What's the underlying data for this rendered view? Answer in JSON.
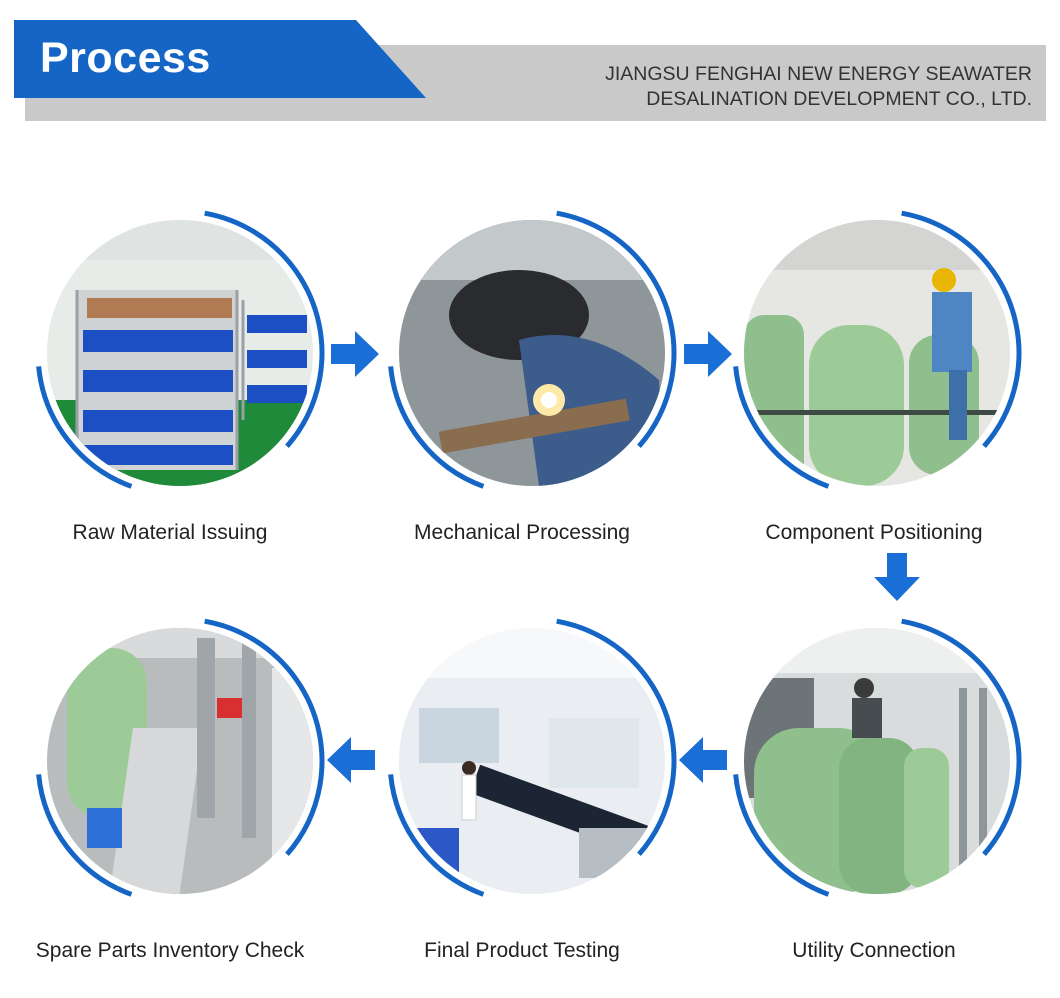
{
  "header": {
    "title": "Process",
    "company_line1": "JIANGSU FENGHAI NEW ENERGY SEAWATER",
    "company_line2": "DESALINATION DEVELOPMENT CO., LTD."
  },
  "colors": {
    "brand_blue": "#1565c6",
    "header_gray": "#c9c9c9",
    "arrow_blue": "#1a6fd6"
  },
  "steps": [
    {
      "label": "Raw Material Issuing",
      "photo": "warehouse-shelves-photo"
    },
    {
      "label": "Mechanical Processing",
      "photo": "welding-photo"
    },
    {
      "label": "Component Positioning",
      "photo": "tank-installation-photo"
    },
    {
      "label": "Utility Connection",
      "photo": "pipe-connection-photo"
    },
    {
      "label": "Final Product Testing",
      "photo": "laboratory-photo"
    },
    {
      "label": "Spare Parts Inventory Check",
      "photo": "inventory-check-photo"
    }
  ],
  "arrows": [
    "arrow-right-icon",
    "arrow-right-icon",
    "arrow-down-icon",
    "arrow-left-icon",
    "arrow-left-icon"
  ]
}
